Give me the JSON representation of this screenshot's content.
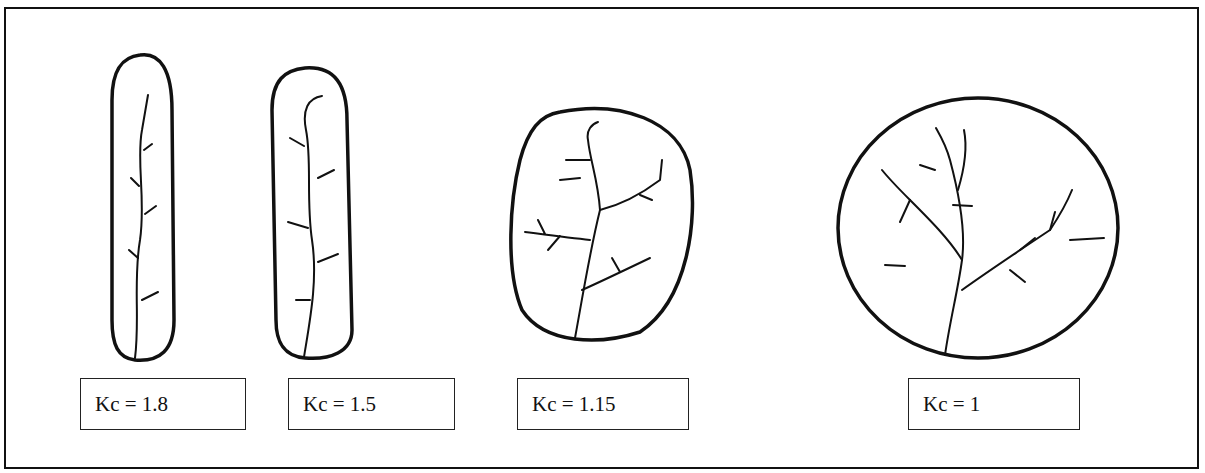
{
  "diagram": {
    "nodes": [
      {
        "text": [
          "Kc = 1.8"
        ]
      },
      {
        "text": [
          "Kc = 1.5"
        ]
      },
      {
        "text": [
          "Kc = 1.15"
        ]
      },
      {
        "text": [
          "Kc = 1"
        ]
      }
    ]
  }
}
